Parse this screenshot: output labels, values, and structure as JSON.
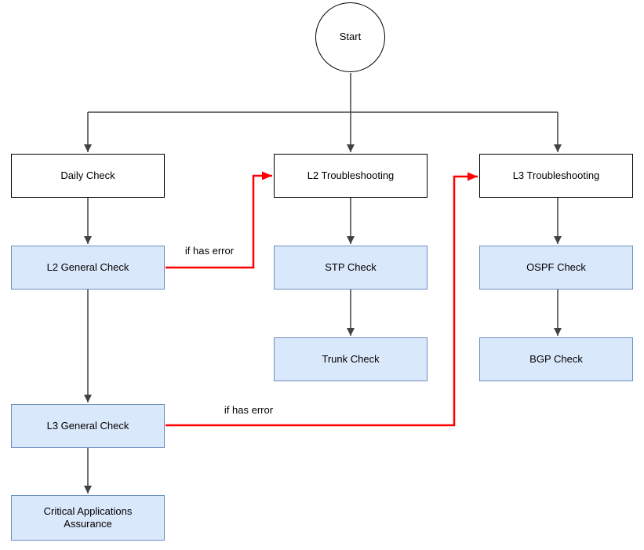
{
  "diagram": {
    "type": "flowchart",
    "nodes": {
      "start": {
        "label": "Start",
        "shape": "circle"
      },
      "daily_check": {
        "label": "Daily Check",
        "shape": "rect-white"
      },
      "l2_troubleshooting": {
        "label": "L2 Troubleshooting",
        "shape": "rect-white"
      },
      "l3_troubleshooting": {
        "label": "L3 Troubleshooting",
        "shape": "rect-white"
      },
      "l2_general_check": {
        "label": "L2 General Check",
        "shape": "rect-blue"
      },
      "stp_check": {
        "label": "STP Check",
        "shape": "rect-blue"
      },
      "ospf_check": {
        "label": "OSPF Check",
        "shape": "rect-blue"
      },
      "trunk_check": {
        "label": "Trunk Check",
        "shape": "rect-blue"
      },
      "bgp_check": {
        "label": "BGP Check",
        "shape": "rect-blue"
      },
      "l3_general_check": {
        "label": "L3 General Check",
        "shape": "rect-blue"
      },
      "critical_applications_assurance": {
        "label": "Critical Applications Assurance",
        "shape": "rect-blue"
      }
    },
    "edge_labels": {
      "l2_error": "if has error",
      "l3_error": "if has error"
    },
    "edges": [
      {
        "from": "start",
        "to": "daily_check",
        "style": "normal"
      },
      {
        "from": "start",
        "to": "l2_troubleshooting",
        "style": "normal"
      },
      {
        "from": "start",
        "to": "l3_troubleshooting",
        "style": "normal"
      },
      {
        "from": "daily_check",
        "to": "l2_general_check",
        "style": "normal"
      },
      {
        "from": "l2_general_check",
        "to": "l3_general_check",
        "style": "normal"
      },
      {
        "from": "l3_general_check",
        "to": "critical_applications_assurance",
        "style": "normal"
      },
      {
        "from": "l2_troubleshooting",
        "to": "stp_check",
        "style": "normal"
      },
      {
        "from": "stp_check",
        "to": "trunk_check",
        "style": "normal"
      },
      {
        "from": "l3_troubleshooting",
        "to": "ospf_check",
        "style": "normal"
      },
      {
        "from": "ospf_check",
        "to": "bgp_check",
        "style": "normal"
      },
      {
        "from": "l2_general_check",
        "to": "l2_troubleshooting",
        "style": "error",
        "label": "if has error"
      },
      {
        "from": "l3_general_check",
        "to": "l3_troubleshooting",
        "style": "error",
        "label": "if has error"
      }
    ],
    "colors": {
      "node_fill_blue": "#dae8fc",
      "node_border_blue": "#6c8ebf",
      "node_fill_white": "#ffffff",
      "node_border_black": "#000000",
      "connector_color": "#424242",
      "error_color": "#ff0000",
      "text_color": "#000000"
    }
  }
}
